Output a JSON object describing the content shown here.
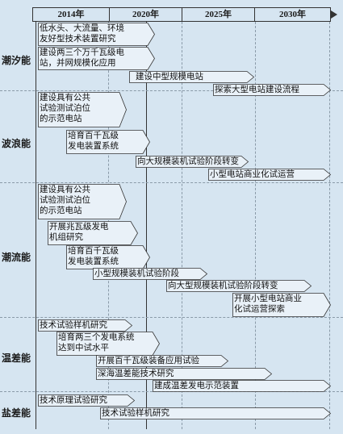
{
  "timeline": {
    "years": [
      "2014年",
      "2020年",
      "2025年",
      "2030年"
    ]
  },
  "categories": {
    "tidal": "潮汐能",
    "wave": "波浪能",
    "current": "潮流能",
    "thermal": "温差能",
    "salinity": "盐差能"
  },
  "tasks": {
    "tidal_1": "低水头、大流量、环境\n友好型技术装置研究",
    "tidal_2": "建设两三个万千瓦级电\n站，并网规模化应用",
    "tidal_3": "建设中型规模电站",
    "tidal_4": "探索大型电站建设流程",
    "wave_1": "建设具有公共\n试验测试泊位\n的示范电站",
    "wave_2": "培育百千瓦级\n发电装置系统",
    "wave_3": "向大规模装机试验阶段转变",
    "wave_4": "小型电站商业化试运营",
    "current_1": "建设具有公共\n试验测试泊位\n的示范电站",
    "current_2": "开展兆瓦级发电\n机组研究",
    "current_3": "培育百千瓦级\n发电装置系统",
    "current_4": "小型规模装机试验阶段",
    "current_5": "向大型规模装机试验阶段转变",
    "current_6": "开展小型电站商业\n化试运营探索",
    "thermal_1": "技术试验样机研究",
    "thermal_2": "培育两三个发电系统\n达到中试水平",
    "thermal_3": "开展百千瓦级装备应用试验",
    "thermal_4": "深海温差能技术研究",
    "thermal_5": "建成温差发电示范装置",
    "salinity_1": "技术原理试验研究",
    "salinity_2": "技术试验样机研究"
  }
}
